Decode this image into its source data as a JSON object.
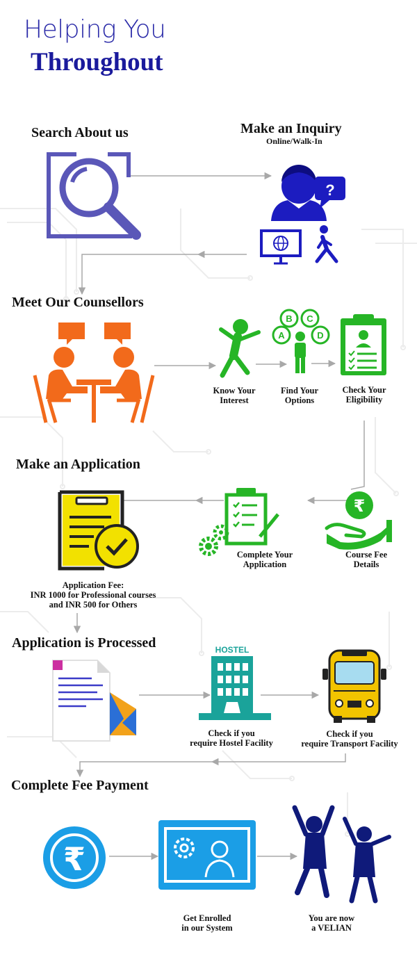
{
  "header": {
    "line1": "Helping You",
    "line2": "Throughout"
  },
  "colors": {
    "title_light": "#2a2aa8",
    "title_bold": "#1a1a9c",
    "search": "#5a57b8",
    "inquiry": "#1c1cc0",
    "counsellor": "#f26a1b",
    "green": "#26b526",
    "yellow": "#f2e100",
    "teal": "#1aa39a",
    "cyan": "#1b9ee6",
    "velian": "#0f1a7a",
    "arrow": "#a8a8a8"
  },
  "steps": {
    "search": {
      "title": "Search About us"
    },
    "inquiry": {
      "title": "Make an Inquiry",
      "subtitle": "Online/Walk-In"
    },
    "counsellors": {
      "title": "Meet Our Counsellors",
      "sub_steps": [
        {
          "line1": "Know Your",
          "line2": "Interest"
        },
        {
          "line1": "Find Your",
          "line2": "Options"
        },
        {
          "line1": "Check Your",
          "line2": "Eligibility"
        }
      ]
    },
    "application": {
      "title": "Make an Application",
      "complete": {
        "line1": "Complete Your",
        "line2": "Application"
      },
      "course_fee": {
        "line1": "Course Fee",
        "line2": "Details"
      },
      "fee_note": {
        "line1": "Application Fee:",
        "line2": "INR 1000 for Professional courses",
        "line3": "and INR 500 for Others"
      }
    },
    "processed": {
      "title": "Application is Processed",
      "hostel_sign": "HOSTEL",
      "hostel": {
        "line1": "Check if you",
        "line2": "require Hostel Facility"
      },
      "transport": {
        "line1": "Check if you",
        "line2": "require Transport Facility"
      }
    },
    "payment": {
      "title": "Complete Fee Payment",
      "enrolled": {
        "line1": "Get Enrolled",
        "line2": "in our System"
      },
      "velian": {
        "line1": "You are now",
        "line2": "a VELIAN"
      }
    }
  },
  "icons": {
    "search": "magnifier-icon",
    "user_question": "user-question-icon",
    "monitor_globe": "monitor-globe-icon",
    "walking": "walking-person-icon",
    "counsellors": "counselling-meeting-icon",
    "interest": "cheering-person-icon",
    "options": "options-abcd-icon",
    "eligibility": "clipboard-check-icon",
    "application_form": "form-check-icon",
    "gears_clipboard": "gears-clipboard-icon",
    "rupee_hand": "rupee-hand-icon",
    "document_mail": "document-envelope-icon",
    "hostel": "hostel-building-icon",
    "bus": "school-bus-icon",
    "rupee": "rupee-coin-icon",
    "system": "monitor-user-gear-icon",
    "celebrate": "celebrating-people-icon"
  }
}
